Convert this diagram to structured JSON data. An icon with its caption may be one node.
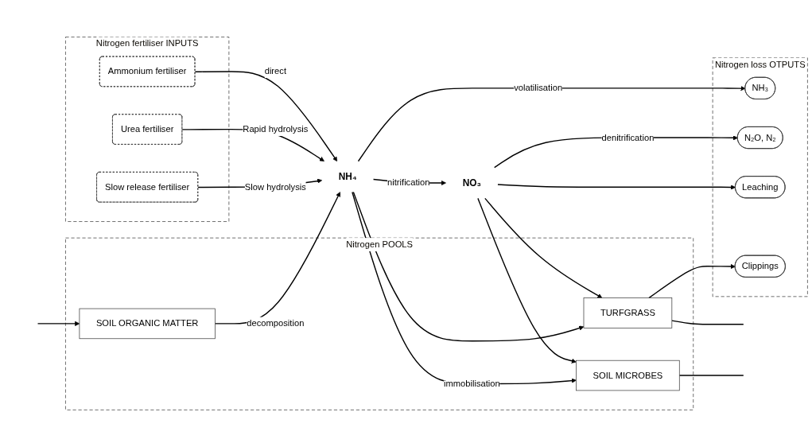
{
  "diagram": {
    "nodes": [
      {
        "text": [
          "Nitrogen fertiliser INPUTS"
        ]
      },
      {
        "text": [
          "Slow release fertiliser"
        ],
        "in": 0
      },
      {
        "text": [
          "Urea fertiliser"
        ],
        "in": 0
      },
      {
        "text": [
          "Ammonium fertiliser"
        ],
        "in": 0
      },
      {
        "text": [
          "Nitrogen loss OTPUTS"
        ]
      },
      {
        "text": [
          "NH₃"
        ],
        "in": 4
      },
      {
        "text": [
          "N₂O, N₂"
        ],
        "in": 4
      },
      {
        "text": [
          "Leaching"
        ],
        "in": 4
      },
      {
        "text": [
          "Clippings"
        ],
        "in": 4
      },
      {
        "text": [
          "NH₄"
        ]
      },
      {
        "text": [
          "NO₃"
        ]
      },
      {
        "text": [
          "Nitrogen POOLS"
        ]
      },
      {
        "text": [
          "TURFGRASS"
        ],
        "in": 11
      },
      {
        "text": [
          "SOIL MICROBES"
        ],
        "in": 11
      },
      {
        "text": [
          "SOIL ORGANIC MATTER"
        ],
        "in": 11
      }
    ],
    "edges": [
      {
        "from": 1,
        "to": 9,
        "arrow": "to",
        "label": "Slow hydrolysis"
      },
      {
        "from": 2,
        "to": 9,
        "arrow": "to",
        "label": "Rapid hydrolysis"
      },
      {
        "from": 3,
        "to": 9,
        "arrow": "to",
        "label": "direct"
      },
      {
        "from": 14,
        "to": 9,
        "arrow": "to",
        "label": "decomposition"
      },
      {
        "from": 9,
        "to": 5,
        "arrow": "to",
        "label": "volatilisation"
      },
      {
        "from": 9,
        "to": 10,
        "arrow": "to",
        "label": "nitrification"
      },
      {
        "from": 10,
        "to": 6,
        "arrow": "to",
        "label": "denitrification"
      },
      {
        "from": 10,
        "to": 7,
        "arrow": "to"
      },
      {
        "from": 9,
        "to": 12,
        "arrow": "to"
      },
      {
        "from": 10,
        "to": 12,
        "arrow": "to"
      },
      {
        "from": 9,
        "to": 13,
        "arrow": "to",
        "label": "immobilisation"
      },
      {
        "from": 10,
        "to": 13,
        "arrow": "to"
      },
      {
        "from": 12,
        "to": 8,
        "arrow": "to"
      },
      {
        "from": 12,
        "to": null,
        "arrow": "none"
      },
      {
        "from": 13,
        "to": null,
        "arrow": "none"
      },
      {
        "from": null,
        "to": 14,
        "arrow": "to"
      }
    ]
  }
}
